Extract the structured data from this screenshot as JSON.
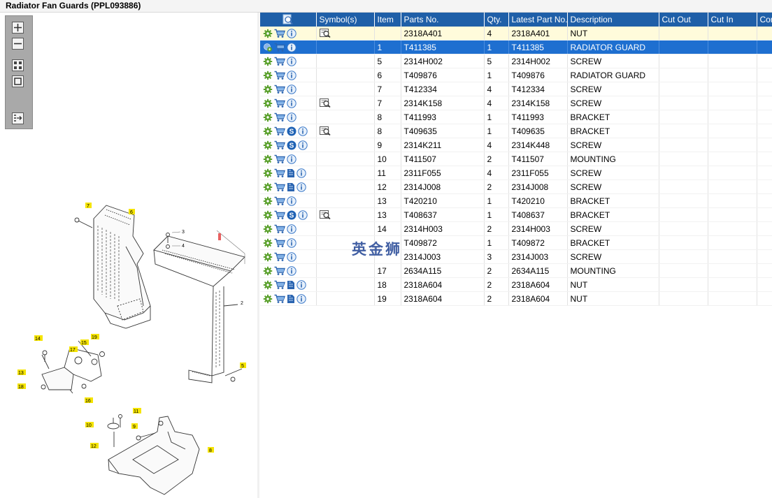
{
  "window": {
    "title": "Radiator Fan Guards (PPL093886)"
  },
  "toolbar": {
    "buttons": [
      {
        "name": "zoom-in-button",
        "icon": "plus-icon"
      },
      {
        "name": "zoom-out-button",
        "icon": "minus-icon"
      },
      {
        "name": "fit-all-button",
        "icon": "grid-icon"
      },
      {
        "name": "fit-window-button",
        "icon": "square-icon"
      },
      {
        "name": "export-list-button",
        "icon": "list-arrow-icon"
      }
    ]
  },
  "diagram": {
    "callouts": [
      "7",
      "6",
      "3",
      "4",
      "2",
      "5",
      "14",
      "15",
      "19",
      "17",
      "13",
      "18",
      "16",
      "11",
      "10",
      "9",
      "12",
      "8"
    ]
  },
  "table": {
    "columns": [
      "",
      "Symbol(s)",
      "Item",
      "Parts No.",
      "Qty.",
      "Latest Part No.",
      "Description",
      "Cut Out",
      "Cut In",
      "Comment"
    ],
    "rows": [
      {
        "item": "",
        "part": "2318A401",
        "qty": "4",
        "latest": "2318A401",
        "desc": "NUT",
        "icons": [
          "gear",
          "cart",
          "info"
        ],
        "symbol": true,
        "state": "highlight"
      },
      {
        "item": "1",
        "part": "T411385",
        "qty": "1",
        "latest": "T411385",
        "desc": "RADIATOR GUARD",
        "icons": [
          "gear-globe",
          "cart",
          "info"
        ],
        "symbol": false,
        "state": "selected"
      },
      {
        "item": "5",
        "part": "2314H002",
        "qty": "5",
        "latest": "2314H002",
        "desc": "SCREW",
        "icons": [
          "gear",
          "cart",
          "info"
        ],
        "symbol": false,
        "state": ""
      },
      {
        "item": "6",
        "part": "T409876",
        "qty": "1",
        "latest": "T409876",
        "desc": "RADIATOR GUARD",
        "icons": [
          "gear",
          "cart",
          "info"
        ],
        "symbol": false,
        "state": ""
      },
      {
        "item": "7",
        "part": "T412334",
        "qty": "4",
        "latest": "T412334",
        "desc": "SCREW",
        "icons": [
          "gear",
          "cart",
          "info"
        ],
        "symbol": false,
        "state": ""
      },
      {
        "item": "7",
        "part": "2314K158",
        "qty": "4",
        "latest": "2314K158",
        "desc": "SCREW",
        "icons": [
          "gear",
          "cart",
          "info"
        ],
        "symbol": true,
        "state": ""
      },
      {
        "item": "8",
        "part": "T411993",
        "qty": "1",
        "latest": "T411993",
        "desc": "BRACKET",
        "icons": [
          "gear",
          "cart",
          "info"
        ],
        "symbol": false,
        "state": ""
      },
      {
        "item": "8",
        "part": "T409635",
        "qty": "1",
        "latest": "T409635",
        "desc": "BRACKET",
        "icons": [
          "gear",
          "cart",
          "s",
          "info"
        ],
        "symbol": true,
        "state": ""
      },
      {
        "item": "9",
        "part": "2314K211",
        "qty": "4",
        "latest": "2314K448",
        "desc": "SCREW",
        "icons": [
          "gear",
          "cart",
          "s",
          "info"
        ],
        "symbol": false,
        "state": ""
      },
      {
        "item": "10",
        "part": "T411507",
        "qty": "2",
        "latest": "T411507",
        "desc": "MOUNTING",
        "icons": [
          "gear",
          "cart",
          "info"
        ],
        "symbol": false,
        "state": ""
      },
      {
        "item": "11",
        "part": "2311F055",
        "qty": "4",
        "latest": "2311F055",
        "desc": "SCREW",
        "icons": [
          "gear",
          "cart",
          "doc",
          "info"
        ],
        "symbol": false,
        "state": ""
      },
      {
        "item": "12",
        "part": "2314J008",
        "qty": "2",
        "latest": "2314J008",
        "desc": "SCREW",
        "icons": [
          "gear",
          "cart",
          "doc",
          "info"
        ],
        "symbol": false,
        "state": ""
      },
      {
        "item": "13",
        "part": "T420210",
        "qty": "1",
        "latest": "T420210",
        "desc": "BRACKET",
        "icons": [
          "gear",
          "cart",
          "info"
        ],
        "symbol": false,
        "state": ""
      },
      {
        "item": "13",
        "part": "T408637",
        "qty": "1",
        "latest": "T408637",
        "desc": "BRACKET",
        "icons": [
          "gear",
          "cart",
          "s",
          "info"
        ],
        "symbol": true,
        "state": ""
      },
      {
        "item": "14",
        "part": "2314H003",
        "qty": "2",
        "latest": "2314H003",
        "desc": "SCREW",
        "icons": [
          "gear",
          "cart",
          "info"
        ],
        "symbol": false,
        "state": ""
      },
      {
        "item": "",
        "part": "T409872",
        "qty": "1",
        "latest": "T409872",
        "desc": "BRACKET",
        "icons": [
          "gear",
          "cart",
          "info"
        ],
        "symbol": false,
        "state": ""
      },
      {
        "item": "",
        "part": "2314J003",
        "qty": "3",
        "latest": "2314J003",
        "desc": "SCREW",
        "icons": [
          "gear",
          "cart",
          "info"
        ],
        "symbol": false,
        "state": ""
      },
      {
        "item": "17",
        "part": "2634A115",
        "qty": "2",
        "latest": "2634A115",
        "desc": "MOUNTING",
        "icons": [
          "gear",
          "cart",
          "info"
        ],
        "symbol": false,
        "state": ""
      },
      {
        "item": "18",
        "part": "2318A604",
        "qty": "2",
        "latest": "2318A604",
        "desc": "NUT",
        "icons": [
          "gear",
          "cart",
          "doc",
          "info"
        ],
        "symbol": false,
        "state": ""
      },
      {
        "item": "19",
        "part": "2318A604",
        "qty": "2",
        "latest": "2318A604",
        "desc": "NUT",
        "icons": [
          "gear",
          "cart",
          "doc",
          "info"
        ],
        "symbol": false,
        "state": ""
      }
    ]
  },
  "watermark": {
    "text": "英金狮"
  },
  "colors": {
    "header_bg": "#1f5fa8",
    "selected_bg": "#1e6fd0",
    "highlight_bg": "#fffbdb",
    "callout": "#f5e400"
  }
}
